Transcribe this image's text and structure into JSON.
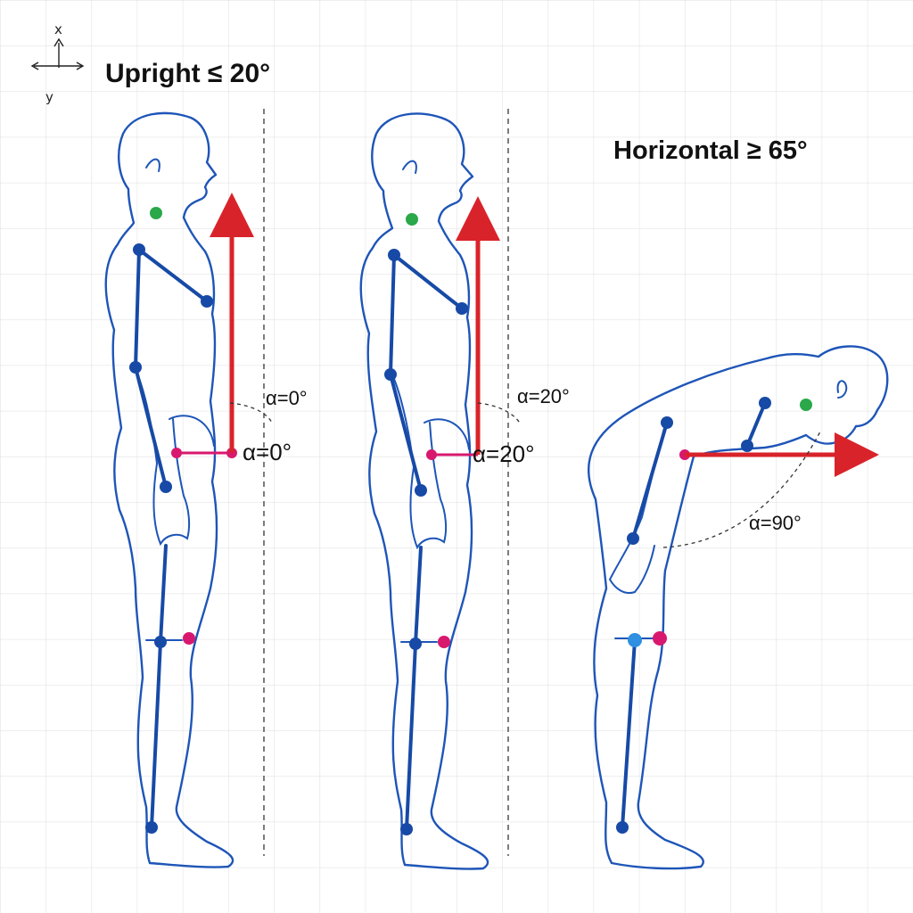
{
  "axes_icon": {
    "x_label": "x",
    "y_label": "y"
  },
  "titles": {
    "upright": "Upright ≤ 20°",
    "horizontal": "Horizontal ≥ 65°"
  },
  "figures": [
    {
      "id": "standing-0",
      "angle_small": "α=0°",
      "angle_large": "α=0°"
    },
    {
      "id": "standing-20",
      "angle_small": "α=20°",
      "angle_large": "α=20°"
    },
    {
      "id": "bending-90",
      "angle_label": "α=90°"
    }
  ],
  "colors": {
    "outline": "#1e55b8",
    "joint": "#174aa6",
    "trunk_vector": "#d9232a",
    "hip_marker": "#d8186e",
    "neck_marker": "#2aa84a",
    "knee_marker_light": "#2f8fe0",
    "grid": "#e3e3e3"
  }
}
